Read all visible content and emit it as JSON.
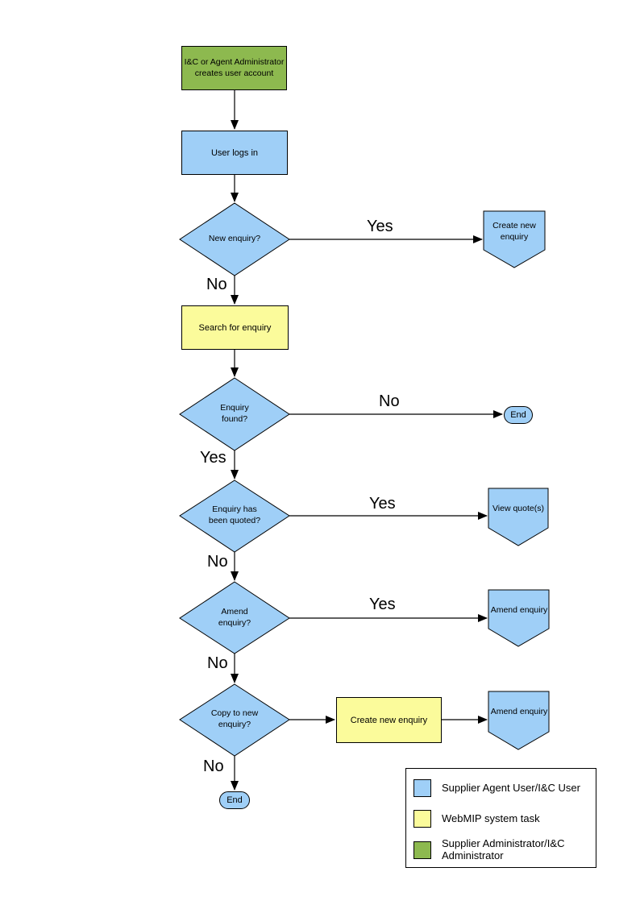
{
  "colors": {
    "user_task_fill": "#9FCFF7",
    "system_task_fill": "#FBFB9B",
    "admin_task_fill": "#8DB94F",
    "line": "#000000"
  },
  "nodes": {
    "admin_creates_account": "I&C or Agent Administrator creates user account",
    "user_logs_in": "User logs in",
    "new_enquiry_q": "New enquiry?",
    "create_new_enquiry_offpage": "Create new enquiry",
    "search_for_enquiry": "Search for enquiry",
    "enquiry_found_q": "Enquiry found?",
    "end_1": "End",
    "enquiry_quoted_q": "Enquiry has been quoted?",
    "view_quotes_offpage": "View quote(s)",
    "amend_enquiry_q": "Amend enquiry?",
    "amend_enquiry_offpage_1": "Amend enquiry",
    "copy_to_new_enquiry_q": "Copy to new enquiry?",
    "create_new_enquiry_task": "Create new enquiry",
    "amend_enquiry_offpage_2": "Amend enquiry",
    "end_2": "End"
  },
  "edge_labels": {
    "yes_new_enquiry": "Yes",
    "no_new_enquiry": "No",
    "no_enquiry_found": "No",
    "yes_enquiry_found": "Yes",
    "yes_quoted": "Yes",
    "no_quoted": "No",
    "yes_amend": "Yes",
    "no_amend": "No",
    "no_copy": "No"
  },
  "legend": {
    "items": [
      {
        "label": "Supplier Agent User/I&C User",
        "color": "#9FCFF7"
      },
      {
        "label": "WebMIP system task",
        "color": "#FBFB9B"
      },
      {
        "label": "Supplier Administrator/I&C Administrator",
        "color": "#8DB94F"
      }
    ]
  }
}
